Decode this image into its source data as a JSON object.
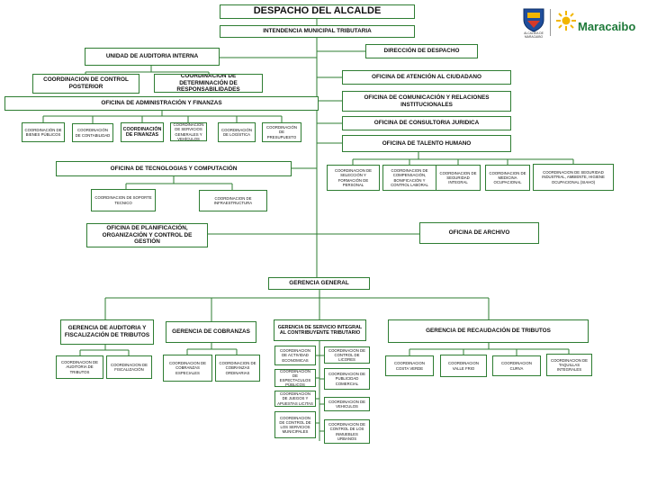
{
  "header": {
    "top": "DESPACHO DEL ALCALDE",
    "intendencia": "INTENDENCIA MUNICIPAL TRIBUTARIA"
  },
  "logos": {
    "shield_caption": "ALCALDÍA DE MARACAIBO",
    "brand_word": "Maracaibo"
  },
  "left_offices": {
    "auditoria_interna": "UNIDAD DE AUDITORIA INTERNA",
    "coord_control_posterior": "COORDINACION DE CONTROL POSTERIOR",
    "coord_responsabilidades": "COORDINACION DE DETERMINACIÓN DE RESPONSABILIDADES",
    "administracion": "OFICINA DE ADMINISTRACIÓN Y FINANZAS",
    "admin_children": [
      "COORDINACIÓN DE BIENES PÚBLICOS",
      "COORDINACIÓN DE CONTABILIDAD",
      "COORDINACIÓN DE FINANZAS",
      "COORDINACIÓN DE SERVICIOS GENERALES Y VEHÍCULOS",
      "COORDINACIÓN DE LOGÍSTICA",
      "COORDINACIÓN DE PRESUPUESTO"
    ],
    "tecnologias": "OFICINA DE TECNOLOGIAS Y COMPUTACIÓN",
    "tec_children": [
      "COORDINACION DE SOPORTE TECNICO",
      "COORDINACION DE INFRAESTRUCTURA"
    ],
    "planificacion": "OFICINA DE PLANIFICACIÓN, ORGANIZACIÓN Y CONTROL DE GESTIÓN"
  },
  "right_offices": {
    "despacho": "DIRECCIÓN DE DESPACHO",
    "atencion": "OFICINA DE ATENCIÓN AL CIUDADANO",
    "comunicacion": "OFICINA DE COMUNICACIÓN Y RELACIONES INSTITUCIONALES",
    "consultoria": "OFICINA DE CONSULTORIA JURIDICA",
    "talento": "OFICINA DE TALENTO HUMANO",
    "talento_children": [
      "COORDINACION DE SELECCIÓN Y FORMACIÓN DE PERSONAL",
      "COORDINACION DE COMPENSACIÓN, BONIFICACIÓN Y CONTROL LABORAL",
      "COORDINACION DE SEGURIDAD INTEGRAL",
      "COORDINACION DE MEDICINA OCUPACIONAL",
      "COORDINACION DE SEGURIDAD INDUSTRIAL, AMBIENTE, HIGIENE OCUPACIONAL (SIAHO)"
    ],
    "archivo": "OFICINA DE ARCHIVO"
  },
  "gerencia": {
    "general": "GERENCIA GENERAL",
    "auditoria": "GERENCIA DE AUDITORIA Y FISCALIZACIÓN DE TRIBUTOS",
    "auditoria_children": [
      "COORDINACION DE AUDITORIA DE TRIBUTOS",
      "COORDINACION DE FISCALIZACIÓN"
    ],
    "cobranzas": "GERENCIA DE COBRANZAS",
    "cobranzas_children": [
      "COORDINACION DE COBRANZAS ESPECIALES",
      "COORDINACION DE COBRANZAS ORDINARIAS"
    ],
    "servicio": "GERENCIA DE SERVICIO INTEGRAL AL CONTRIBUYENTE TRIBUTARIO",
    "servicio_left": [
      "COORDINACION DE ACTIVIDAD ECONOMICAS",
      "COORDINACION DE ESPECTACULOS PÚBLICOS",
      "COORDINACION DE JUEGOS Y APUESTAS LICITAS",
      "COORDINACION DE CONTROL DE LOS SERVICIOS MUNICIPALES"
    ],
    "servicio_right": [
      "COORDINACION DE CONTROL DE LICORES",
      "COORDINACION DE PUBLICIDAD COMERCIAL",
      "COORDINACION DE VEHICULOS",
      "COORDINACION DE CONTROL DE LOS INMUEBLES URBANOS"
    ],
    "recaudacion": "GERENCIA DE RECAUDACIÓN DE TRIBUTOS",
    "recaudacion_children": [
      "COORDINACION COSTA VERDE",
      "COORDINACION VALLE FRIO",
      "COORDINACION CURVA",
      "COORDINACION DE TAQUILLAS INTEGRALES"
    ]
  },
  "colors": {
    "border": "#2e7d32",
    "brand_green": "#1f7a3a",
    "brand_yellow": "#f2b600"
  }
}
